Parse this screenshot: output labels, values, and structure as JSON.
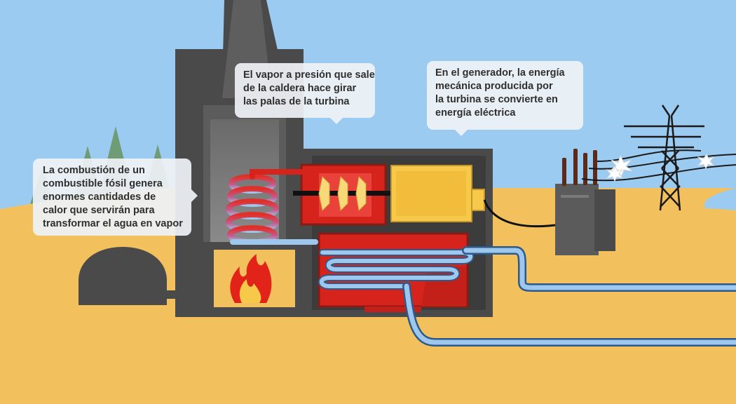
{
  "callouts": {
    "combustion": {
      "lines": [
        "La combustión de un",
        "combustible fósil genera",
        "enormes cantidades de",
        "calor que servirán para",
        "transformar el agua en vapor"
      ]
    },
    "turbine": {
      "lines": [
        "El vapor a presión que sale",
        "de la caldera hace girar",
        "las palas de la turbina"
      ]
    },
    "generator": {
      "lines": [
        "En el generador, la energía",
        "mecánica producida por",
        "la turbina se convierte en",
        "energía eléctrica"
      ]
    }
  },
  "colors": {
    "sky": "#9ccbf2",
    "ground": "#f2c15e",
    "building": "#4a4a4a",
    "building_dark": "#3a3a3a",
    "turbine_box": "#d6241c",
    "generator": "#f7c94a",
    "water_pipe": "#9ec7ee",
    "tree": "#6f9b75"
  }
}
